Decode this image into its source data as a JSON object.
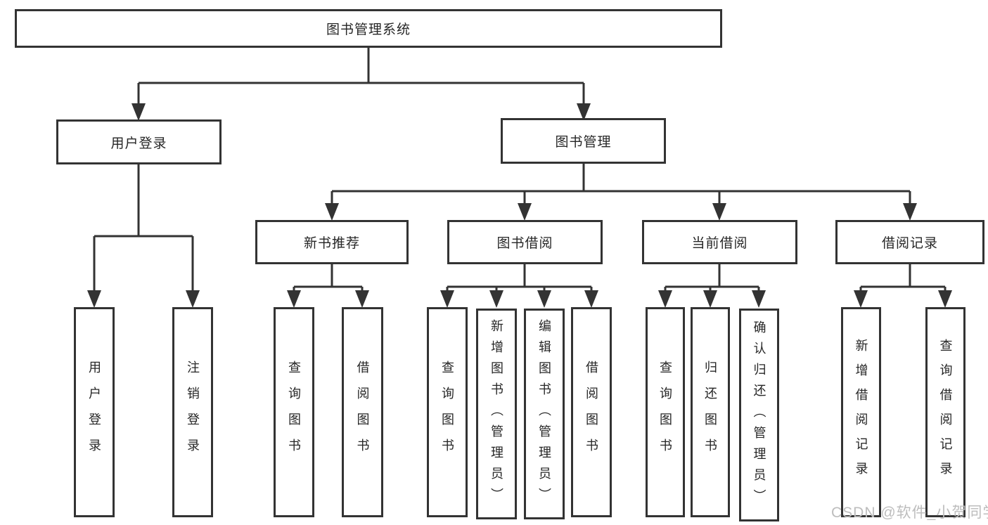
{
  "diagram": {
    "title": "图书管理系统",
    "watermark": "CSDN @软件_小贺同学",
    "colors": {
      "line": "#333333",
      "box_border": "#333333",
      "text": "#262626",
      "background": "#ffffff",
      "watermark": "#bdbdbd"
    },
    "nodes": {
      "root": "图书管理系统",
      "level2": {
        "user_login": "用户登录",
        "book_mgmt": "图书管理"
      },
      "level3": {
        "new_book_rec": "新书推荐",
        "book_borrow": "图书借阅",
        "current_borrow": "当前借阅",
        "borrow_records": "借阅记录"
      },
      "leaves": {
        "user_login": "用户登录",
        "logout": "注销登录",
        "query_book_rec": "查询图书",
        "borrow_book_rec": "借阅图书",
        "query_book_borrow": "查询图书",
        "add_book_admin": "新增图书（管理员）",
        "edit_book_admin": "编辑图书（管理员）",
        "borrow_book_borrow": "借阅图书",
        "query_book_current": "查询图书",
        "return_book": "归还图书",
        "confirm_return_admin": "确认归还（管理员）",
        "add_borrow_record": "新增借阅记录",
        "query_borrow_record": "查询借阅记录"
      }
    }
  }
}
